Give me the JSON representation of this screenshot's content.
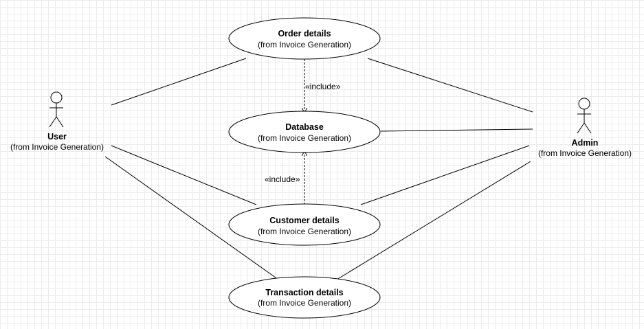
{
  "diagram": {
    "actors": {
      "user": {
        "name": "User",
        "source": "(from Invoice Generation)"
      },
      "admin": {
        "name": "Admin",
        "source": "(from Invoice Generation)"
      }
    },
    "use_cases": {
      "order": {
        "name": "Order details",
        "source": "(from Invoice Generation)"
      },
      "database": {
        "name": "Database",
        "source": "(from Invoice Generation)"
      },
      "customer": {
        "name": "Customer details",
        "source": "(from Invoice Generation)"
      },
      "transaction": {
        "name": "Transaction details",
        "source": "(from Invoice Generation)"
      }
    },
    "relations": {
      "include_order_database": "«include»",
      "include_customer_database": "«include»"
    }
  }
}
